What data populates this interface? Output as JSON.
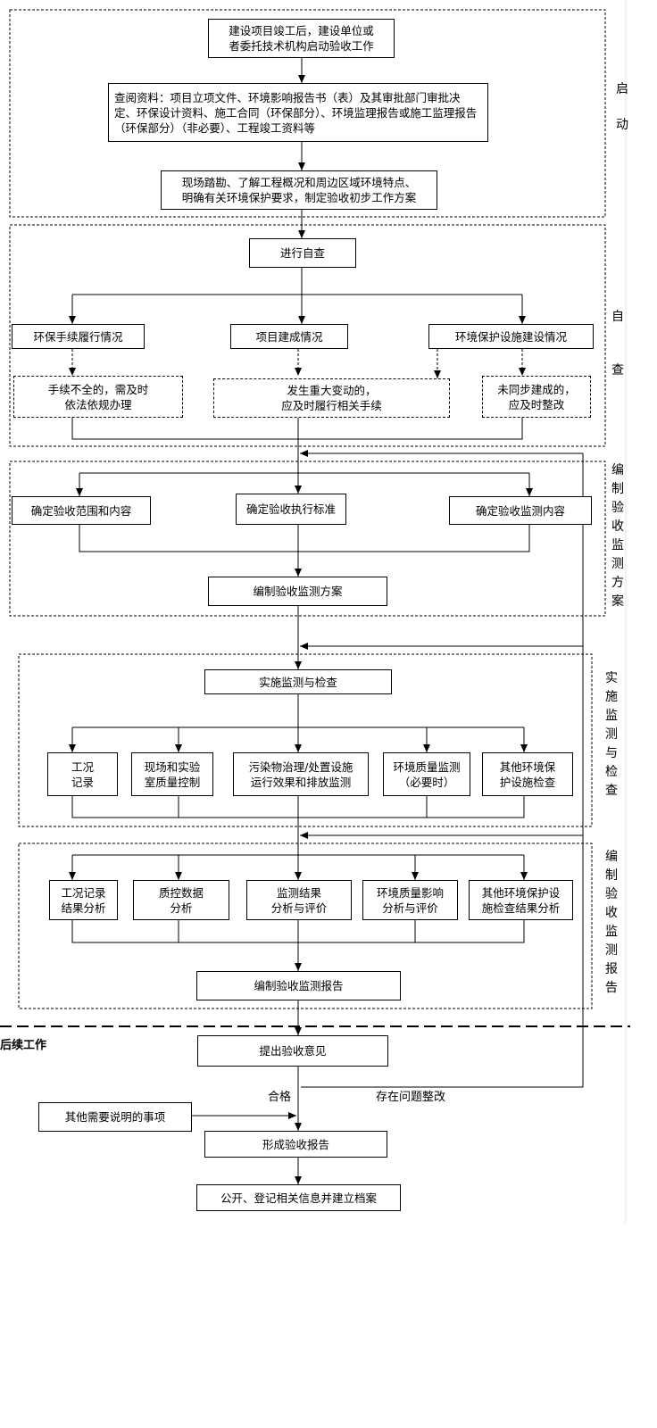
{
  "phases": {
    "start": "启动",
    "self_check": "自查",
    "plan": "编制验收监测方案",
    "implement": "实施监测与检查",
    "report": "编制验收监测报告",
    "followup": "后续工作"
  },
  "boxes": {
    "b1": "建设项目竣工后，建设单位或\n者委托技术机构启动验收工作",
    "b2": "查阅资料：项目立项文件、环境影响报告书（表）及其审批部门审批决定、环保设计资料、施工合同（环保部分）、环境监理报告或施工监理报告（环保部分）（非必要）、工程竣工资料等",
    "b3": "现场踏勘、了解工程概况和周边区域环境特点、\n明确有关环境保护要求，制定验收初步工作方案",
    "s1": "进行自查",
    "s2a": "环保手续履行情况",
    "s2b": "项目建成情况",
    "s2c": "环境保护设施建设情况",
    "s3a": "手续不全的，需及时\n依法依规办理",
    "s3b": "发生重大变动的，\n应及时履行相关手续",
    "s3c": "未同步建成的，\n应及时整改",
    "p1a": "确定验收范围和内容",
    "p1b": "确定验收执行标准",
    "p1c": "确定验收监测内容",
    "p2": "编制验收监测方案",
    "i1": "实施监测与检查",
    "i2a": "工况\n记录",
    "i2b": "现场和实验\n室质量控制",
    "i2c": "污染物治理/处置设施\n运行效果和排放监测",
    "i2d": "环境质量监测\n（必要时）",
    "i2e": "其他环境保\n护设施检查",
    "r1a": "工况记录\n结果分析",
    "r1b": "质控数据\n分析",
    "r1c": "监测结果\n分析与评价",
    "r1d": "环境质量影响\n分析与评价",
    "r1e": "其他环境保护设\n施检查结果分析",
    "r2": "编制验收监测报告",
    "f1": "提出验收意见",
    "f2": "其他需要说明的事项",
    "f3": "形成验收报告",
    "f4": "公开、登记相关信息并建立档案"
  },
  "edge_labels": {
    "pass": "合格",
    "rectify": "存在问题整改"
  }
}
